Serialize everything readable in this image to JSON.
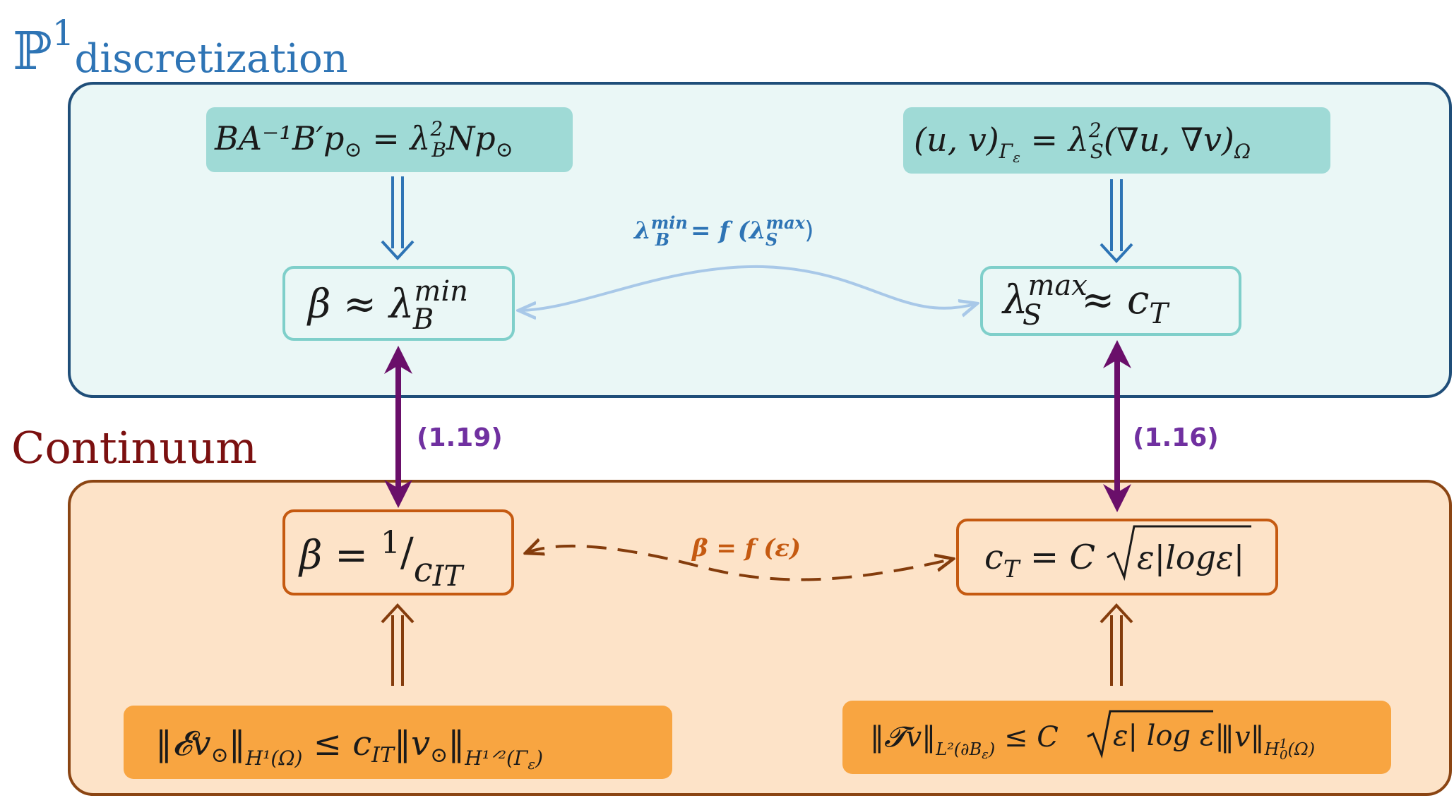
{
  "regions": {
    "discrete": {
      "title_main": "ℙ",
      "title_sup": "1",
      "title_sub": "discretization",
      "color": "#2e74b5"
    },
    "continuum": {
      "title": "Continuum",
      "color": "#7b1010"
    }
  },
  "nodes": {
    "eig_B": {
      "lhs": "BA⁻¹B′p",
      "lhs_sub": "⊙",
      "eq": " = ",
      "rhs": "λ",
      "rhs_sup": "2",
      "rhs_sub": "B",
      "rhs_tail": "Np",
      "rhs_tail_sub": "⊙"
    },
    "eig_S": {
      "lhs": "(u, v)",
      "lhs_sub": "Γ",
      "lhs_subsub": "ε",
      "eq": " = ",
      "rhs": "λ",
      "rhs_sup": "2",
      "rhs_sub": "S",
      "rhs_tail": "(∇u, ∇v)",
      "rhs_tail_sub": "Ω"
    },
    "beta_lambda": {
      "lhs": "β ≈ λ",
      "sup": "min",
      "sub": "B"
    },
    "lambda_c": {
      "lhs": "λ",
      "sup": "max",
      "sub": "S",
      "rhs": "≈ c",
      "rhs_sub": "T"
    },
    "beta_cit": {
      "lhs": "β = ",
      "num": "1",
      "slash": "/",
      "den": "c",
      "den_sub": "IT"
    },
    "ct_formula": {
      "lhs": "c",
      "lhs_sub": "T",
      "eq": " = C",
      "rad": "ε|logε|"
    },
    "ineq_ext": {
      "part1": "‖𝓔v",
      "part1_sub": "⊙",
      "part2": "‖",
      "sub2": "H¹(Ω)",
      "mid": " ≤ c",
      "mid_sub": "IT",
      "part3": "‖v",
      "part3_sub": "⊙",
      "part4": "‖",
      "sub4": "H¹ᐟ²(Γ",
      "sub4_eps": "ε",
      "sub4_close": ")"
    },
    "ineq_trace": {
      "part1": "‖𝓣v‖",
      "sub1": "L²(∂B",
      "sub1_eps": "ε",
      "sub1_close": ")",
      "mid": " ≤ C",
      "rad": "ε| log ε|",
      "part3": "‖v‖",
      "sub3": "H",
      "sub3_sup": "1",
      "sub3_sub": "0",
      "sub3_tail": "(Ω)"
    }
  },
  "edges": {
    "relation_top": {
      "lhs": "λ",
      "lhs_sup": "min",
      "lhs_sub": "B",
      "mid": " = f (λ",
      "rhs_sup": "max",
      "rhs_sub": "S",
      "close": ")"
    },
    "relation_bottom": {
      "text": "β = f (ε)"
    },
    "ref_left": "(1.19)",
    "ref_right": "(1.16)"
  },
  "colors": {
    "discrete_fill": "#eaf7f6",
    "discrete_stroke": "#1f4e79",
    "teal_fill": "#9fdad6",
    "teal_stroke": "#7fcfca",
    "blue_arrow": "#2e74b5",
    "light_blue": "#a8c8e8",
    "purple": "#6a0f6a",
    "purple_label": "#7030a0",
    "continuum_fill": "#fde3c8",
    "continuum_stroke": "#8b4513",
    "orange_fill": "#f8a541",
    "orange_stroke": "#c55a11",
    "brown": "#843c0c",
    "orange_label": "#c55a11"
  }
}
